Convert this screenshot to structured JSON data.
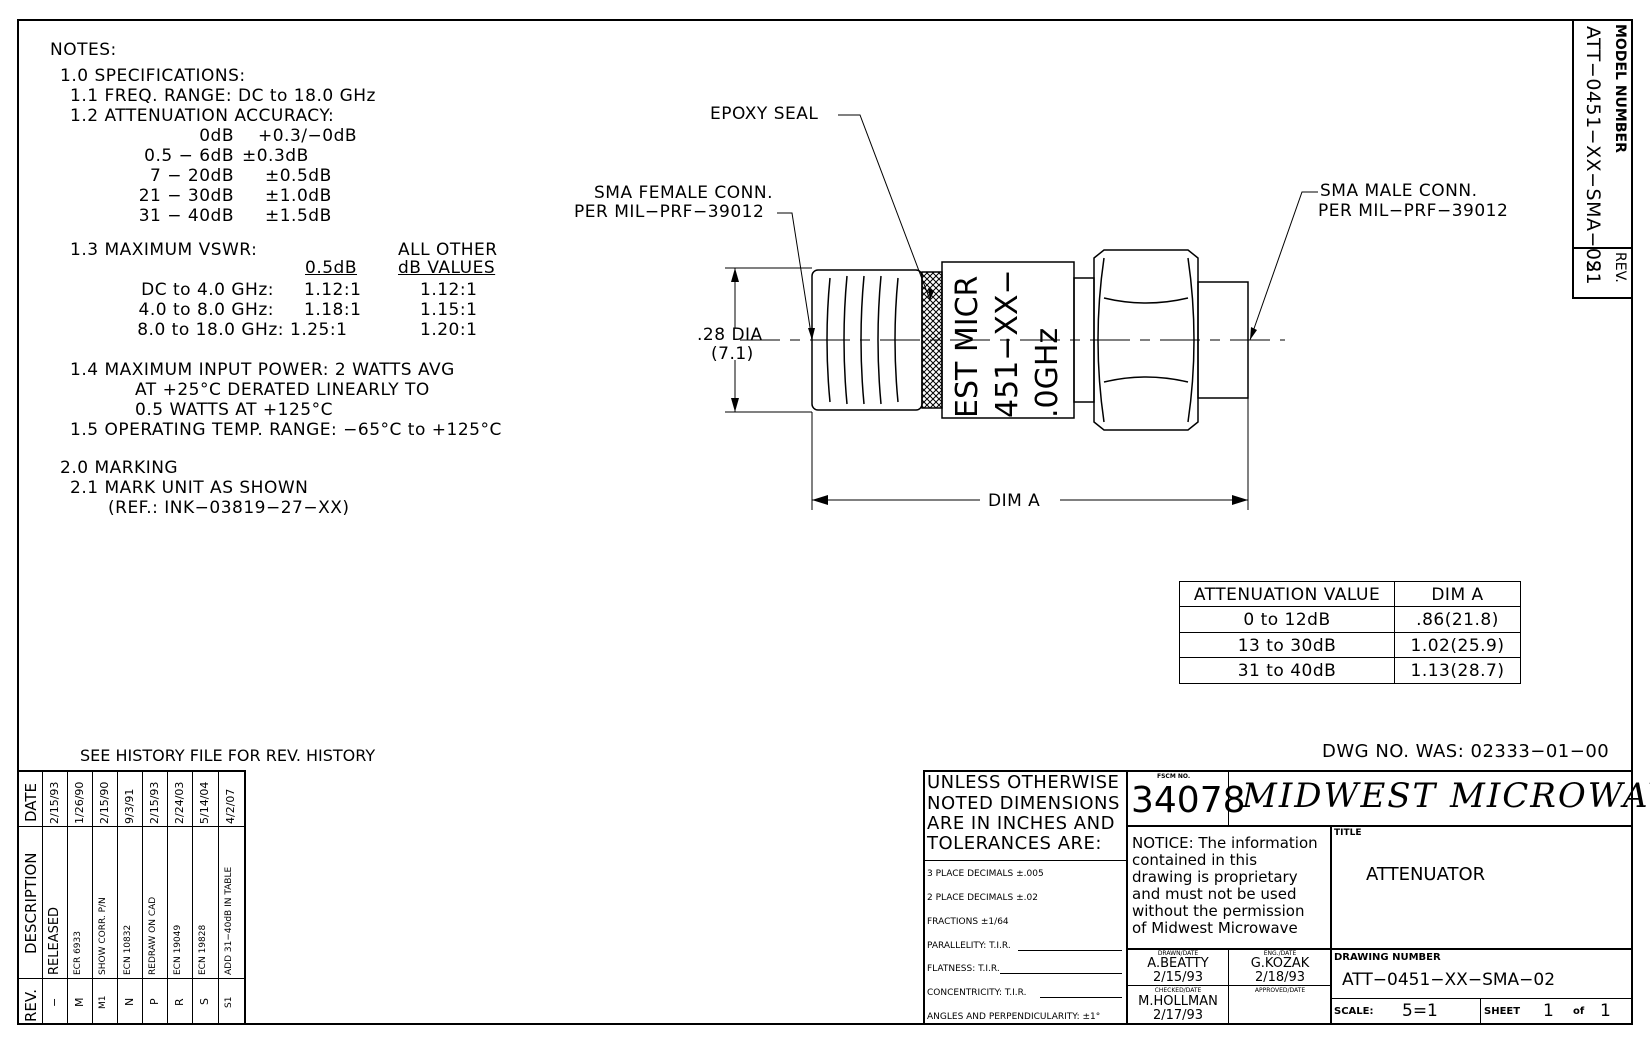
{
  "notes": {
    "heading": "NOTES:",
    "spec_heading": "1.0 SPECIFICATIONS:",
    "freq_range": "1.1 FREQ. RANGE: DC to 18.0 GHz",
    "accuracy_heading": "1.2 ATTENUATION ACCURACY:",
    "accuracy_rows": [
      {
        "range": "0dB",
        "tol": "+0.3/−0dB"
      },
      {
        "range": "0.5 − 6dB",
        "tol": "±0.3dB"
      },
      {
        "range": "7 − 20dB",
        "tol": "±0.5dB"
      },
      {
        "range": "21 − 30dB",
        "tol": "±1.0dB"
      },
      {
        "range": "31 − 40dB",
        "tol": "±1.5dB"
      }
    ],
    "vswr_heading": "1.3 MAXIMUM VSWR:",
    "vswr_col1": "0.5dB",
    "vswr_col2_line1": "ALL OTHER",
    "vswr_col2_line2": "dB VALUES",
    "vswr_rows": [
      {
        "band": "DC to 4.0 GHz:",
        "v1": "1.12:1",
        "v2": "1.12:1"
      },
      {
        "band": "4.0 to 8.0 GHz:",
        "v1": "1.18:1",
        "v2": "1.15:1"
      },
      {
        "band": "8.0 to 18.0 GHz:",
        "v1": "1.25:1",
        "v2": "1.20:1"
      }
    ],
    "power_line1": "1.4 MAXIMUM INPUT POWER: 2 WATTS AVG",
    "power_line2": "AT +25°C DERATED LINEARLY TO",
    "power_line3": "0.5 WATTS AT +125°C",
    "temp_range": "1.5 OPERATING TEMP. RANGE: −65°C to +125°C",
    "marking_heading": "2.0 MARKING",
    "marking_line1": "2.1 MARK UNIT AS SHOWN",
    "marking_line2": "(REF.: INK−03819−27−XX)"
  },
  "drawing": {
    "epoxy_seal": "EPOXY SEAL",
    "sma_female_1": "SMA FEMALE CONN.",
    "sma_female_2": "PER MIL−PRF−39012",
    "sma_male_1": "SMA MALE CONN.",
    "sma_male_2": "PER MIL−PRF−39012",
    "dia_1": ".28 DIA",
    "dia_2": "(7.1)",
    "dim_a": "DIM A",
    "marking_1": "EST MICR",
    "marking_2": "451−XX−",
    "marking_3": ".0GHz"
  },
  "dim_table": {
    "headers": [
      "ATTENUATION VALUE",
      "DIM A"
    ],
    "rows": [
      [
        "0 to 12dB",
        ".86(21.8)"
      ],
      [
        "13 to 30dB",
        "1.02(25.9)"
      ],
      [
        "31 to 40dB",
        "1.13(28.7)"
      ]
    ]
  },
  "model_block": {
    "label": "MODEL NUMBER",
    "value": "ATT−0451−XX−SMA−02",
    "rev_label": "REV.",
    "rev_value": "S1"
  },
  "history_note": "SEE HISTORY FILE FOR REV. HISTORY",
  "dwg_was": "DWG NO. WAS: 02333−01−00",
  "rev_table": {
    "date_label": "DATE",
    "desc_label": "DESCRIPTION",
    "rev_label": "REV.",
    "entries": [
      {
        "rev": "−",
        "desc": "RELEASED",
        "date": "2/15/93"
      },
      {
        "rev": "M",
        "desc": "ECR 6933",
        "date": "1/26/90"
      },
      {
        "rev": "M1",
        "desc": "SHOW CORR. P/N",
        "date": "2/15/90"
      },
      {
        "rev": "N",
        "desc": "ECN 10832",
        "date": "9/3/91"
      },
      {
        "rev": "P",
        "desc": "REDRAW ON CAD",
        "date": "2/15/93"
      },
      {
        "rev": "R",
        "desc": "ECN 19049",
        "date": "2/24/03"
      },
      {
        "rev": "S",
        "desc": "ECN 19828",
        "date": "5/14/04"
      },
      {
        "rev": "S1",
        "desc": "ADD 31−40dB IN TABLE",
        "date": "4/2/07"
      }
    ]
  },
  "title_block": {
    "unless_1": "UNLESS OTHERWISE",
    "unless_2": "NOTED DIMENSIONS",
    "unless_3": "ARE IN INCHES AND",
    "unless_4": "TOLERANCES ARE:",
    "tol_3place": "3 PLACE DECIMALS ±.005",
    "tol_2place": "2 PLACE DECIMALS ±.02",
    "tol_fractions": "FRACTIONS ±1/64",
    "tol_parallelity": "PARALLELITY: T.I.R.",
    "tol_flatness": "FLATNESS: T.I.R.",
    "tol_concentricity": "CONCENTRICITY: T.I.R.",
    "tol_angles": "ANGLES AND PERPENDICULARITY: ±1°",
    "fscm_label": "FSCM NO.",
    "fscm_value": "34078",
    "company": "MIDWEST MICROWAVE",
    "notice_1": "NOTICE: The information",
    "notice_2": "contained in this",
    "notice_3": "drawing is proprietary",
    "notice_4": "and must not be used",
    "notice_5": "without the permission",
    "notice_6": "of Midwest Microwave",
    "title_label": "TITLE",
    "title_value": "ATTENUATOR",
    "drawn_label": "DRAWN/DATE",
    "drawn_name": "A.BEATTY",
    "drawn_date": "2/15/93",
    "eng_label": "ENG./DATE",
    "eng_name": "G.KOZAK",
    "eng_date": "2/18/93",
    "checked_label": "CHECKED/DATE",
    "checked_name": "M.HOLLMAN",
    "checked_date": "2/17/93",
    "approved_label": "APPROVED/DATE",
    "drawing_number_label": "DRAWING NUMBER",
    "drawing_number": "ATT−0451−XX−SMA−02",
    "scale_label": "SCALE:",
    "scale_value": "5=1",
    "sheet_label": "SHEET",
    "sheet_num": "1",
    "sheet_of": "of",
    "sheet_total": "1"
  }
}
